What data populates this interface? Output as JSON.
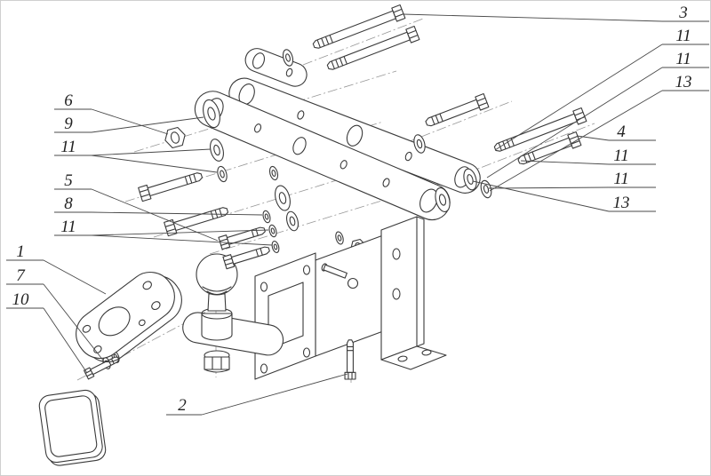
{
  "colors": {
    "line": "#3a3a3a",
    "centerline": "#979797",
    "background": "#ffffff",
    "border": "#cfcfcf"
  },
  "callouts": {
    "top_right": [
      "3",
      "11",
      "11",
      "13"
    ],
    "left_upper": [
      "6",
      "9",
      "11"
    ],
    "left_lower": [
      "5",
      "8",
      "11"
    ],
    "bottom_left": [
      "1",
      "7",
      "10"
    ],
    "bottom_center": [
      "2"
    ],
    "right": [
      "4",
      "11",
      "11",
      "13"
    ]
  }
}
